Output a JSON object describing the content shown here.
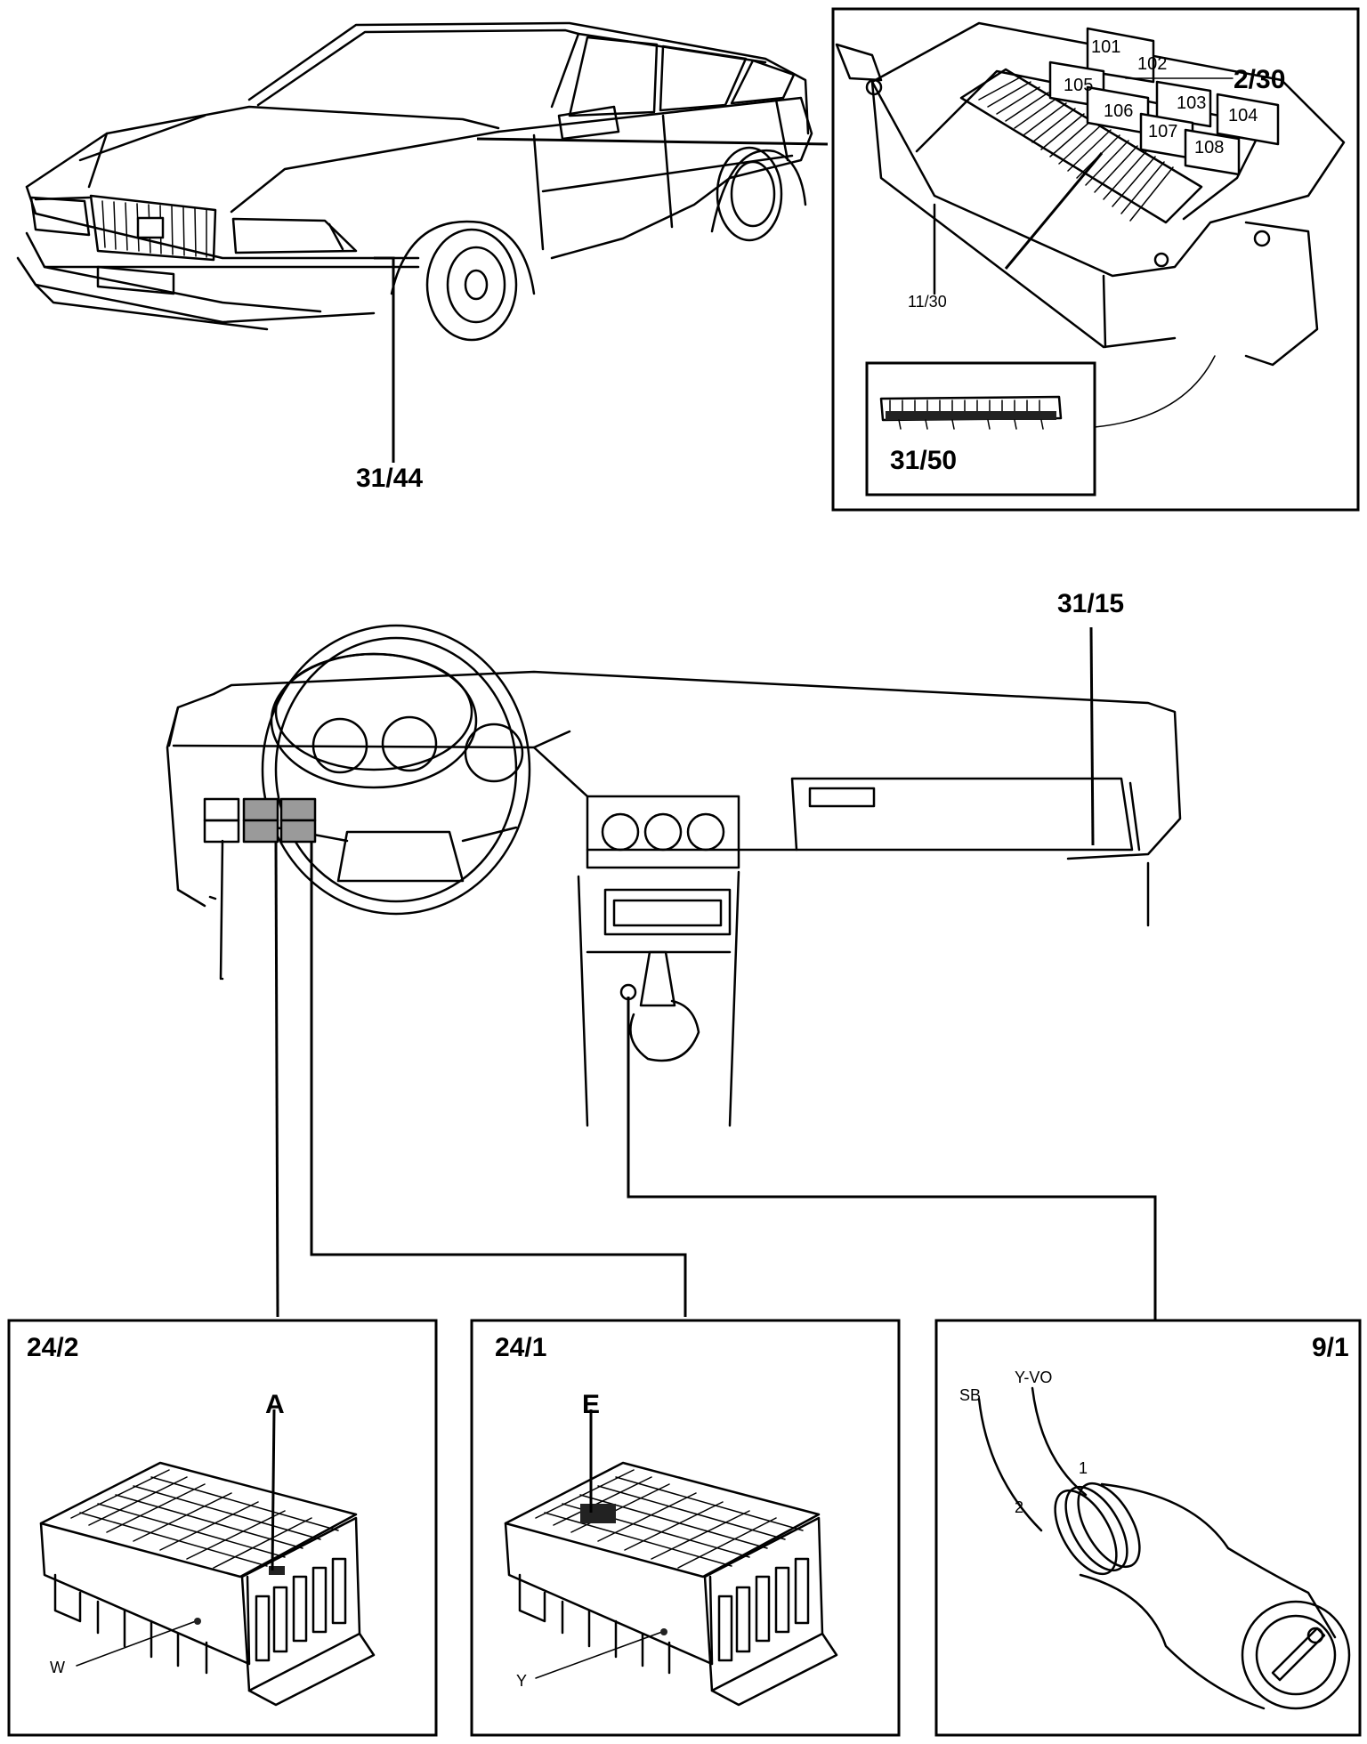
{
  "callouts": {
    "car_connector": "31/44",
    "relay_box_connector": "2/30",
    "fuse_block": "11/30",
    "relay_box_plug": "31/50",
    "dashboard_ground": "31/15",
    "module_left": "24/2",
    "module_right": "24/1",
    "lighter": "9/1"
  },
  "relays": [
    "101",
    "102",
    "103",
    "104",
    "105",
    "106",
    "107",
    "108"
  ],
  "panel_24_2": {
    "pin": "A",
    "housing": "W"
  },
  "panel_24_1": {
    "pin": "E",
    "housing": "Y"
  },
  "panel_9_1": {
    "wire_a": "SB",
    "wire_b": "Y-VO",
    "terminal_1": "1",
    "terminal_2": "2"
  }
}
